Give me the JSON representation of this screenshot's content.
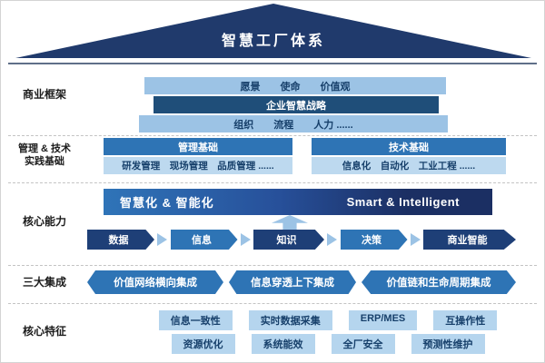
{
  "title": "智慧工厂体系",
  "sections": {
    "business": {
      "label": "商业框架",
      "top_bar": "愿景　　使命　　价值观",
      "mid_bar": "企业智慧战略",
      "bottom_bar": "组织　　流程　　人力 ......"
    },
    "foundation": {
      "label_line1": "管理 & 技术",
      "label_line2": "实践基础",
      "management": {
        "header": "管理基础",
        "body": "研发管理　现场管理　品质管理 ......"
      },
      "technology": {
        "header": "技术基础",
        "body": "信息化　自动化　工业工程 ......"
      }
    },
    "capability": {
      "label": "核心能力",
      "banner_cn": "智慧化 & 智能化",
      "banner_en": "Smart & Intelligent",
      "flow": [
        "数据",
        "信息",
        "知识",
        "决策",
        "商业智能"
      ]
    },
    "integration": {
      "label": "三大集成",
      "items": [
        "价值网络横向集成",
        "信息穿透上下集成",
        "价值链和生命周期集成"
      ]
    },
    "features": {
      "label": "核心特征",
      "row1": [
        "信息一致性",
        "实时数据采集",
        "ERP/MES",
        "互操作性"
      ],
      "row2": [
        "资源优化",
        "系统能效",
        "全厂安全",
        "预测性维护"
      ]
    }
  },
  "colors": {
    "roof_navy": "#203a6c",
    "dark_blue": "#1f4e79",
    "mid_blue": "#2e74b5",
    "light_blue": "#9cc3e5",
    "pale_blue": "#bdd9ef"
  }
}
